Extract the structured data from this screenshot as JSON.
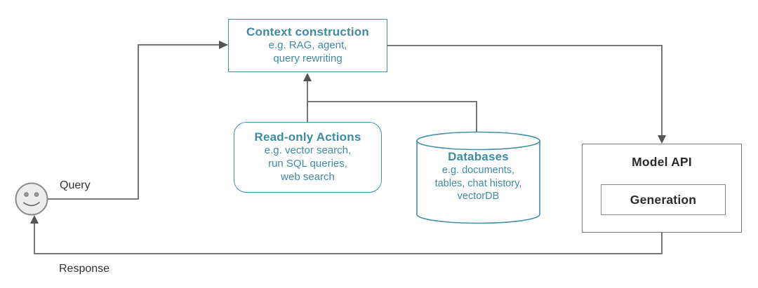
{
  "diagram": {
    "description": "AI application flow diagram",
    "colors": {
      "teal_accent": "#4390a5",
      "teal_text": "#3f8ba1",
      "connector_gray": "#666666",
      "dark_text": "#2b2b2b",
      "smiley_fill": "#ededed",
      "smiley_stroke": "#8c8c8c"
    },
    "nodes": {
      "user": {
        "icon": "smiley-face",
        "shape": "circle"
      },
      "context_construction": {
        "title": "Context construction",
        "lines": [
          "e.g. RAG, agent,",
          "query rewriting"
        ],
        "shape": "rectangle"
      },
      "read_only_actions": {
        "title": "Read-only Actions",
        "lines": [
          "e.g. vector search,",
          "run SQL queries,",
          "web search"
        ],
        "shape": "rounded-rectangle"
      },
      "databases": {
        "title": "Databases",
        "lines": [
          "e.g. documents,",
          "tables, chat history,",
          "vectorDB"
        ],
        "shape": "cylinder"
      },
      "model_api": {
        "title": "Model API",
        "generation_label": "Generation",
        "shape": "rectangle"
      }
    },
    "edges": [
      {
        "from": "user",
        "to": "context_construction",
        "label": "Query"
      },
      {
        "from": "read_only_actions",
        "to": "context_construction",
        "label": ""
      },
      {
        "from": "databases",
        "to": "context_construction",
        "label": ""
      },
      {
        "from": "context_construction",
        "to": "model_api",
        "label": ""
      },
      {
        "from": "model_api",
        "to": "user",
        "label": "Response"
      }
    ]
  }
}
